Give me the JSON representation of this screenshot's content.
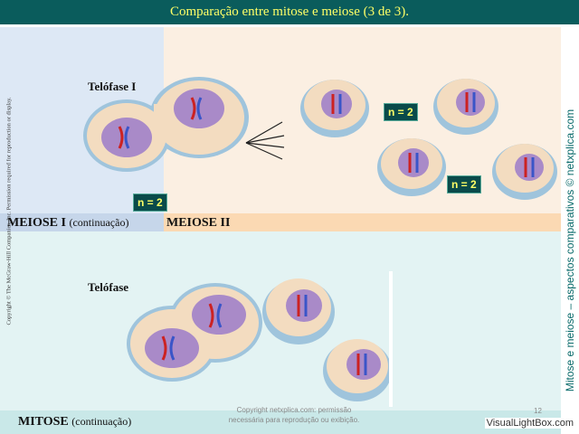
{
  "header": {
    "title": "Comparação entre mitose e meiose (3 de 3)."
  },
  "sections": {
    "meiose1_label": "MEIOSE I",
    "meiose1_sub": "(continuação)",
    "meiose2_label": "MEIOSE II",
    "mitose_label": "MITOSE",
    "mitose_sub": "(continuação)"
  },
  "phases": {
    "telofase1": "Telófase I",
    "telofase": "Telófase"
  },
  "badges": {
    "n1": "n = 2",
    "n2": "n = 2",
    "n3": "n = 2"
  },
  "footer": {
    "copyright_line1": "Copyright netxplica.com: permissão",
    "copyright_line2": "necessária para reprodução ou exibição.",
    "page_number": "12"
  },
  "side_text": {
    "left": "Copyright © The McGraw-Hill Companies, Inc. Permission required for reproduction or display.",
    "right": "Mitose e meiose – aspectos comparativos © netxplica.com"
  },
  "watermark": "VisualLightBox.com",
  "colors": {
    "header_bg": "#0a5c5c",
    "header_text": "#ffff66",
    "badge_bg": "#0a4a4a"
  }
}
